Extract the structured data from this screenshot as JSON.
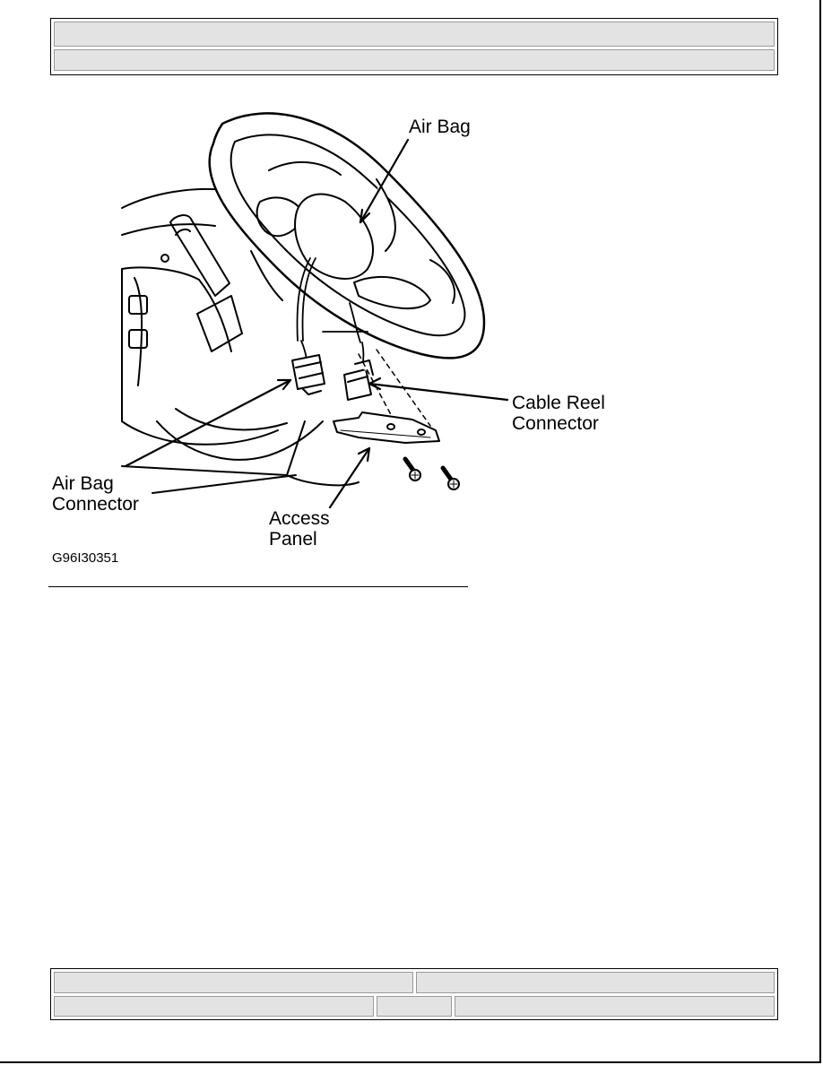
{
  "header": {
    "row1": "",
    "row2": ""
  },
  "figure": {
    "labels": {
      "air_bag": "Air Bag",
      "cable_reel_connector": "Cable Reel\nConnector",
      "air_bag_connector": "Air Bag\nConnector",
      "access_panel": "Access\nPanel"
    },
    "code": "G96I30351"
  },
  "footer": {
    "row1_left": "",
    "row1_right": "",
    "row2_left": "",
    "row2_mid": "",
    "row2_right": ""
  }
}
